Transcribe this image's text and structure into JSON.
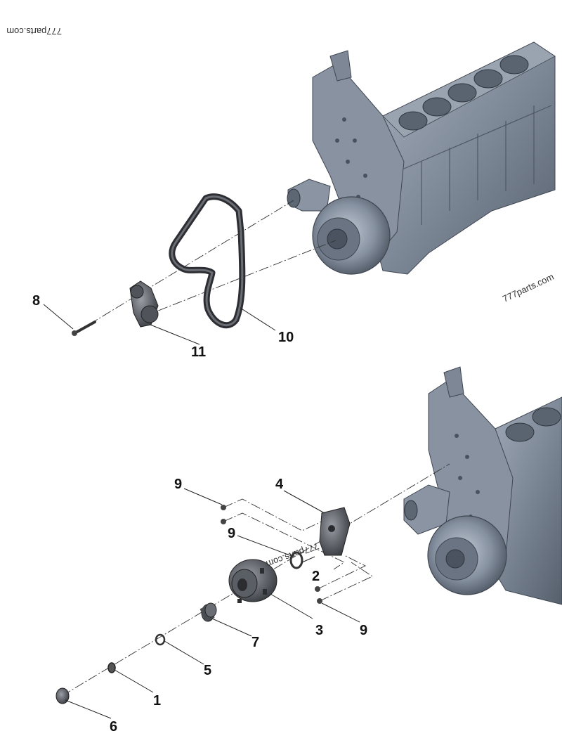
{
  "watermarks": {
    "top_left": "777parts.com",
    "right_edge": "777parts.com",
    "mid": "777parts.com"
  },
  "callouts": {
    "upper": [
      {
        "id": "8",
        "label": "8"
      },
      {
        "id": "10",
        "label": "10"
      },
      {
        "id": "11",
        "label": "11"
      }
    ],
    "lower": [
      {
        "id": "1",
        "label": "1"
      },
      {
        "id": "2",
        "label": "2"
      },
      {
        "id": "3",
        "label": "3"
      },
      {
        "id": "4",
        "label": "4"
      },
      {
        "id": "5",
        "label": "5"
      },
      {
        "id": "6",
        "label": "6"
      },
      {
        "id": "7",
        "label": "7"
      },
      {
        "id": "9a",
        "label": "9"
      },
      {
        "id": "9b",
        "label": "9"
      },
      {
        "id": "9c",
        "label": "9"
      }
    ]
  },
  "colors": {
    "engine_body": "#7f8a99",
    "engine_dark": "#4f5866",
    "engine_light": "#aab3c0",
    "part_dark": "#3a3d42",
    "line": "#222222"
  }
}
